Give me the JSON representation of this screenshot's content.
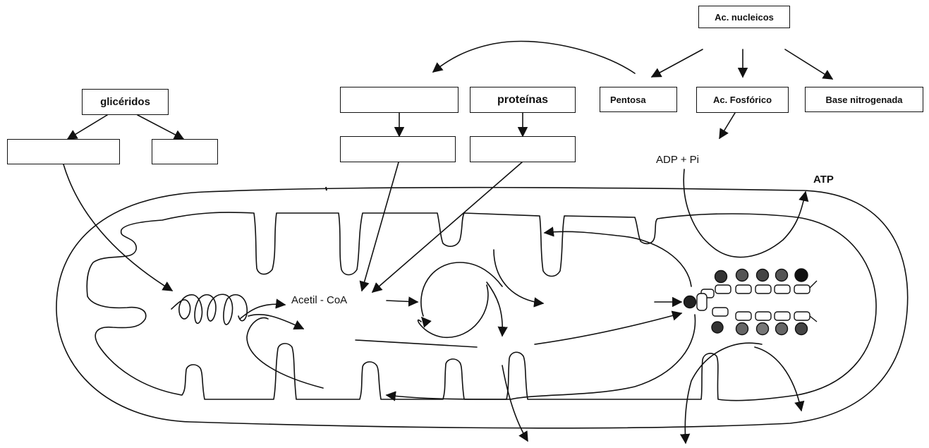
{
  "boxes": {
    "gliceridos": "glicéridos",
    "proteinas": "proteínas",
    "ac_nucleicos": "Ac. nucleicos",
    "pentosa": "Pentosa",
    "ac_fosforico": "Ac. Fosfórico",
    "base_nitrogenada": "Base nitrogenada",
    "blank_gliceridos_left": "",
    "blank_gliceridos_right": "",
    "blank_top_left": "",
    "blank_mid_left": "",
    "blank_mid_right": ""
  },
  "labels": {
    "adp_pi": "ADP + Pi",
    "atp": "ATP",
    "acetil_coa": "Acetil - CoA"
  },
  "colors": {
    "stroke": "#111111",
    "background": "#ffffff"
  }
}
